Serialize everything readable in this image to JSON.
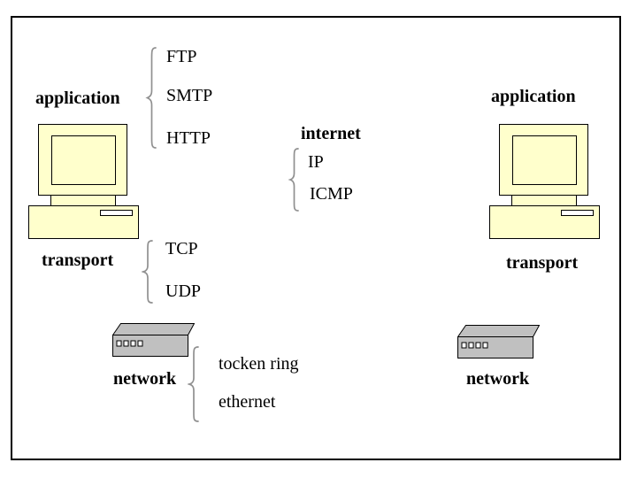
{
  "colors": {
    "background": "#ffffff",
    "frame_border": "#000000",
    "device_fill": "#ffffcc",
    "router_fill": "#c0c0c0",
    "brace": "#909090"
  },
  "stack": {
    "application": {
      "label": "application",
      "protocols": [
        "FTP",
        "SMTP",
        "HTTP"
      ]
    },
    "internet": {
      "label": "internet",
      "protocols": [
        "IP",
        "ICMP"
      ]
    },
    "transport": {
      "label": "transport",
      "protocols": [
        "TCP",
        "UDP"
      ]
    },
    "network": {
      "label": "network",
      "protocols": [
        "tocken ring",
        "ethernet"
      ]
    }
  },
  "right_host": {
    "application_label": "application",
    "transport_label": "transport",
    "network_label": "network"
  },
  "icons": {
    "left_computer": "desktop-computer-icon",
    "right_computer": "desktop-computer-icon",
    "left_router": "router-icon",
    "right_router": "router-icon",
    "braces": "curly-brace-icon"
  }
}
